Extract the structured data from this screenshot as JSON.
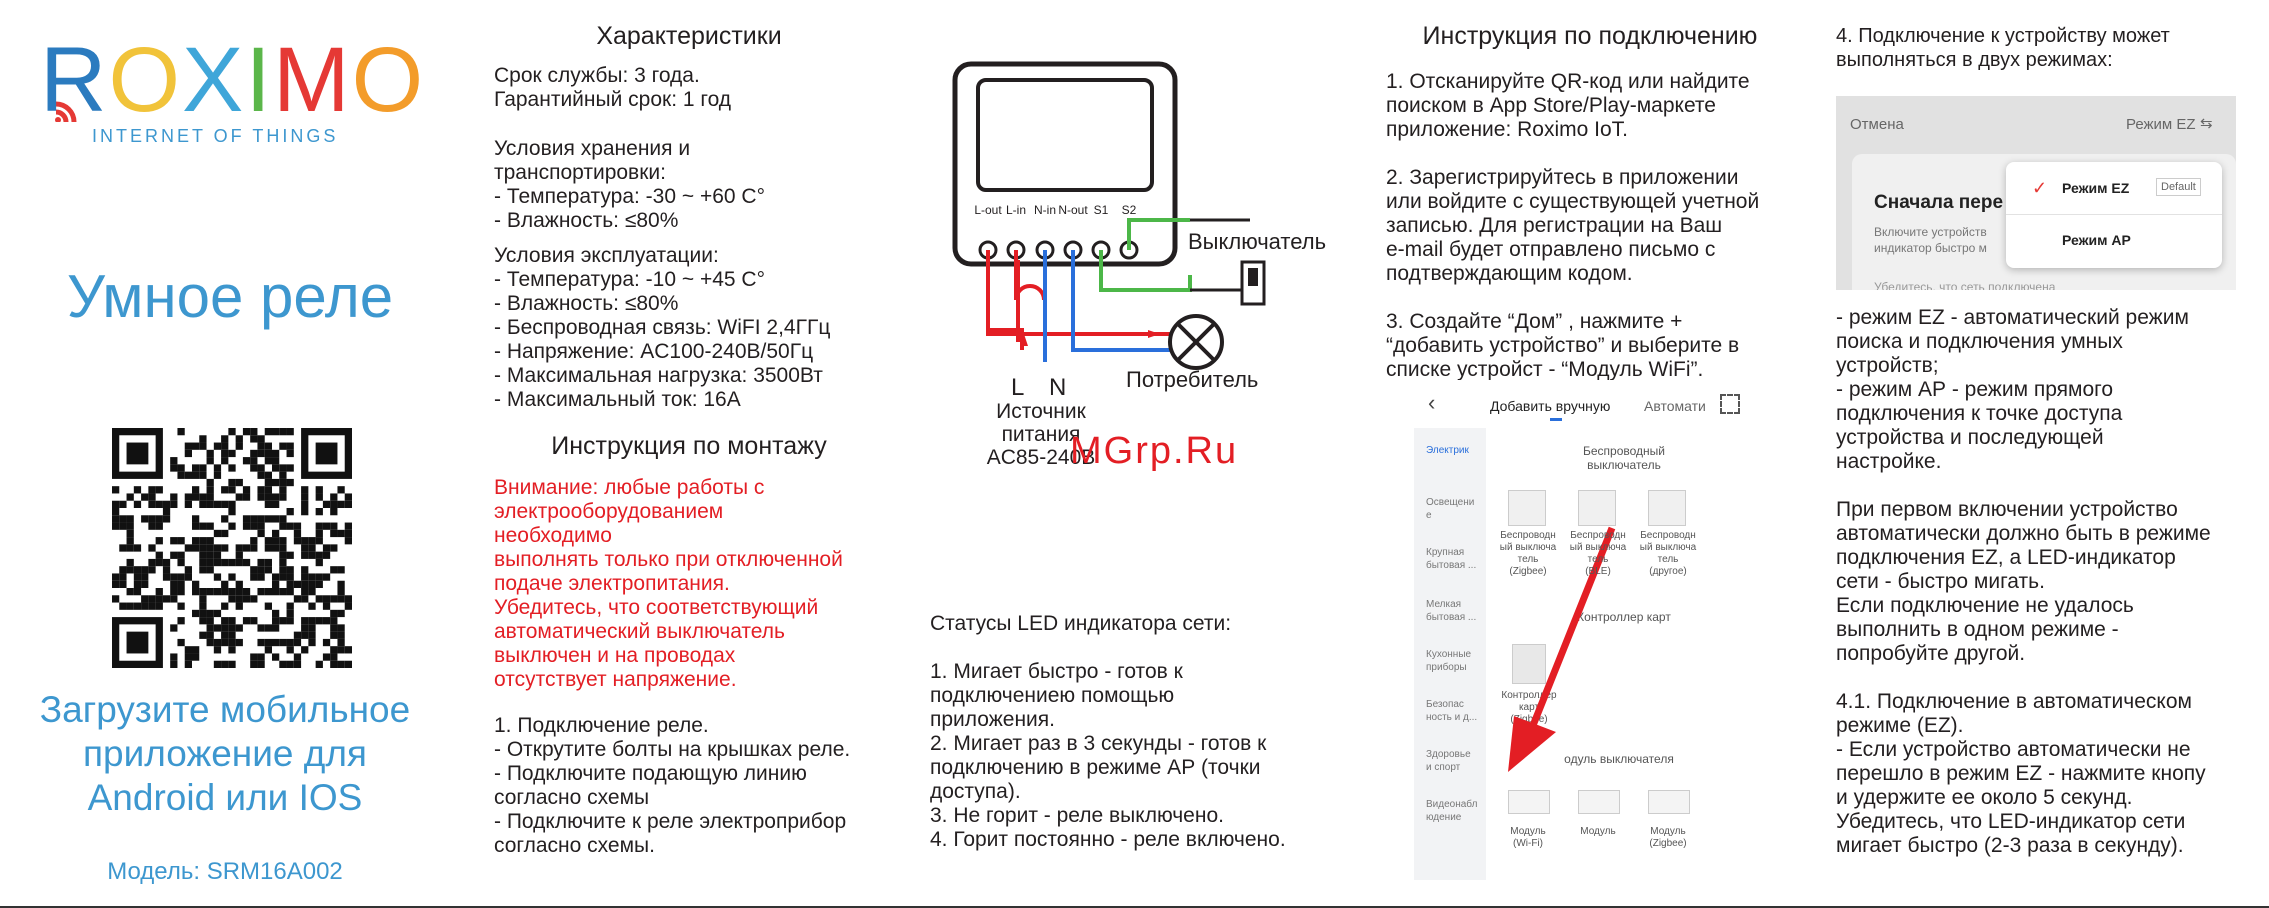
{
  "brand": {
    "letters": [
      "R",
      "O",
      "X",
      "I",
      "M",
      "O"
    ],
    "letter_colors": [
      "#2b7bbf",
      "#f1c33a",
      "#3fa6d9",
      "#5bb64a",
      "#e53935",
      "#f39c2a"
    ],
    "tagline": "INTERNET OF THINGS"
  },
  "left": {
    "product_title": "Умное реле",
    "download_text": "Загрузите мобильное\nприложение для\nAndroid или IOS",
    "model": "Модель: SRM16A002"
  },
  "specs": {
    "title": "Характеристики",
    "life": "Срок службы: 3 года.\nГарантийный срок: 1 год",
    "storage": "Условия хранения и\nтранспортировки:\n- Температура: -30 ~ +60 С°\n- Влажность: ≤80%",
    "operation": "Условия эксплуатации:\n- Температура: -10 ~ +45 С°\n- Влажность: ≤80%\n- Беспроводная связь: WiFI 2,4ГГц\n- Напряжение: AC100-240В/50Гц\n- Максимальная нагрузка:  3500Вт\n- Максимальный ток: 16А"
  },
  "mounting": {
    "title": "Инструкция по монтажу",
    "warning": "Внимание: любые работы с\nэлектрооборудованием\nнеобходимо\nвыполнять только при отключенной\nподаче электропитания.\nУбедитесь, что соответствующий\nавтоматический выключатель\nвыключен и на проводах\nотсутствует напряжение.",
    "steps": "1. Подключение реле.\n- Открутите болты на крышках реле.\n- Подключите подающую линию\nсогласно схемы\n- Подключите к реле электроприбор\nсогласно схемы."
  },
  "diagram": {
    "terminals": [
      "L-out",
      "L-in",
      "N-in",
      "N-out",
      "S1",
      "S2"
    ],
    "switch_label": "Выключатель",
    "consumer_label": "Потребитель",
    "l_label": "L",
    "n_label": "N",
    "source_label": "Источник\nпитания\nAC85-240В",
    "watermark": "MGrp.Ru",
    "colors": {
      "red": "#e31e24",
      "blue": "#2a6fdb",
      "green": "#4cb748",
      "black": "#231f20"
    }
  },
  "led": {
    "text": "Статусы LED индикатора сети:\n\n1. Мигает быстро - готов к\nподключениею помощью\nприложения.\n2. Мигает раз в 3 секунды - готов к\nподключению в режиме АР (точки\nдоступа).\n3. Не горит - реле выключено.\n4. Горит постоянно - реле включено."
  },
  "connect": {
    "title": "Инструкция по подключению",
    "steps": "1. Отсканируйте QR-код или найдите\nпоиском в App Store/Play-маркете\nприложение: Roximo IoT.\n\n2. Зарегистрируйтесь в приложении\nили войдите с существующей учетной\nзаписью. Для регистрации на Ваш\ne-mail будет отправлено письмо с\nподтверждающим кодом.\n\n3. Создайте “Дом” , нажмите +\n“добавить устройство” и выберите в\nсписке устройст - “Модуль WiFi”."
  },
  "app_screen": {
    "tab_manual": "Добавить вручную",
    "tab_auto": "Автомати",
    "sidebar": [
      "Электрик",
      "Освещени\nе",
      "Крупная\nбытовая ...",
      "Мелкая\nбытовая ...",
      "Кухонные\nприборы",
      "Безопас\nность и д...",
      "Здоровье\nи спорт",
      "Видеонабл\nюдение"
    ],
    "section_switch": "Беспроводный\nвыключатель",
    "switch_items": [
      "Беспроводн\nый выключа\nтель\n(Zigbee)",
      "Беспроводн\nый выключа\nтель\n(BLE)",
      "Беспроводн\nый выключа\nтель\n(другое)"
    ],
    "section_controller": "Контроллер карт",
    "controller_item": "Контроллер\nкарт\n(Zigbee)",
    "section_module": "одуль выключателя",
    "module_items": [
      "Модуль\n(Wi-Fi)",
      "Модуль",
      "Модуль\n(Zigbee)"
    ]
  },
  "modes": {
    "title": "4. Подключение к устройству может\nвыполняться в двух режимах:",
    "cancel": "Отмена",
    "mode_menu": "Режим EZ",
    "dialog_title": "Сначала пере",
    "dialog_text": "Включите устройств\nиндикатор быстро м",
    "dialog_more": "Убедитесь, что сеть подключена",
    "option_ez": "Режим EZ",
    "option_default": "Default",
    "option_ap": "Режим AP",
    "description": "- режим EZ - автоматический режим\nпоиска и подключения умных\nустройств;\n-  режим АР - режим прямого\nподключения к точке доступа\nустройства и последующей\nнастройке.\n\nПри первом включении устройство\nавтоматически должно быть в режиме\nподключения EZ, а LED-индикатор\nсети - быстро мигать.\nЕсли подключение не удалось\nвыполнить в одном режиме -\nпопробуйте другой.\n\n4.1. Подключение в автоматическом\nрежиме (EZ).\n- Если устройство автоматически не\nперешло в режим EZ - нажмите кнопу\nи удержите ее около 5 секунд.\nУбедитесь, что LED-индикатор сети\nмигает быстро (2-3 раза в секунду)."
  }
}
